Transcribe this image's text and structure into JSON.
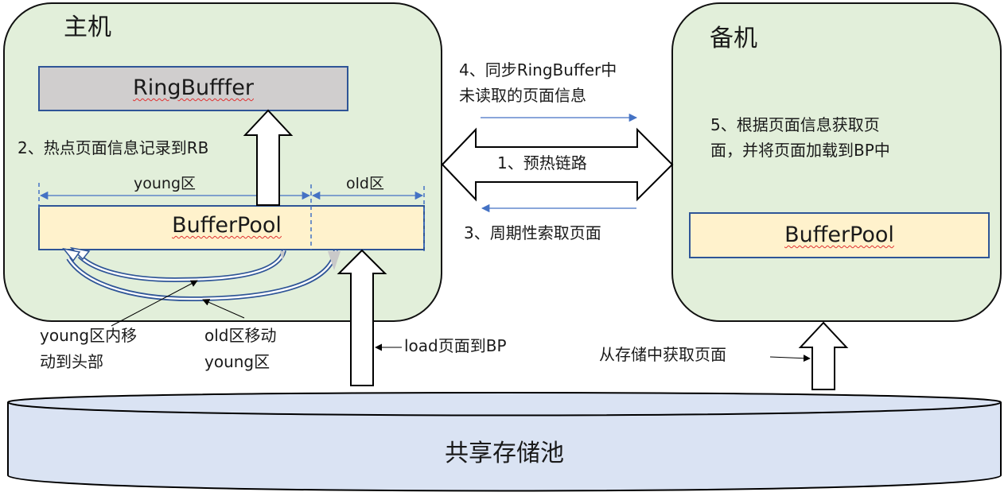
{
  "colors": {
    "host_fill": "#e2efda",
    "ringbuffer_fill": "#d0cece",
    "bufferpool_fill": "#fff2cc",
    "storage_fill": "#dae3f3",
    "accent_blue": "#4472c4",
    "border_blue": "#2f5597"
  },
  "primary": {
    "title": "主机",
    "ringbuffer_label": "RingBufffer",
    "step2_label": "2、热点页面信息记录到RB",
    "young_zone_label": "young区",
    "old_zone_label": "old区",
    "bufferpool_label": "BufferPool",
    "young_move_label_line1": "young区内移",
    "young_move_label_line2": "动到头部",
    "old_move_label_line1": "old区移动",
    "old_move_label_line2": "young区",
    "load_label": "load页面到BP"
  },
  "link": {
    "step4_line1": "4、同步RingBuffer中",
    "step4_line2": "未读取的页面信息",
    "step1_label": "1、预热链路",
    "step3_label": "3、周期性索取页面"
  },
  "standby": {
    "title": "备机",
    "step5_line1": "5、根据页面信息获取页",
    "step5_line2": "面，并将页面加载到BP中",
    "bufferpool_label": "BufferPool",
    "fetch_label": "从存储中获取页面"
  },
  "storage": {
    "label": "共享存储池"
  }
}
